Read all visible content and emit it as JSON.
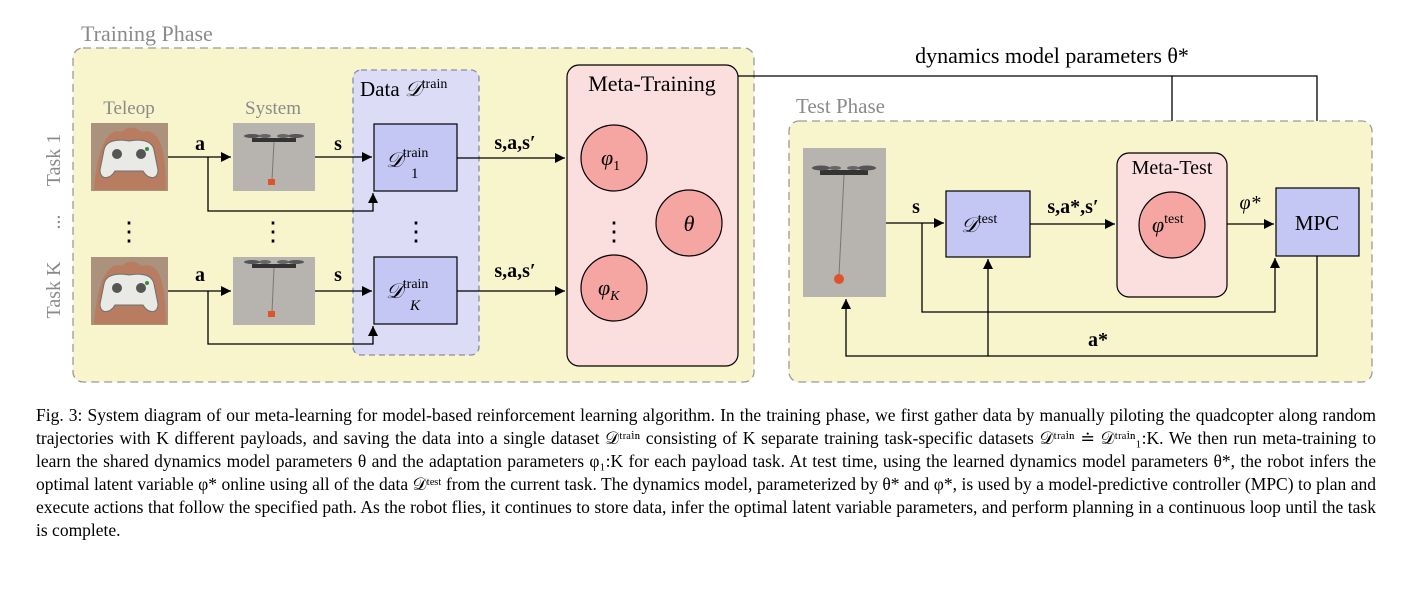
{
  "training_phase": {
    "title": "Training Phase",
    "teleop_label": "Teleop",
    "system_label": "System",
    "task_1_label": "Task 1",
    "task_k_label": "Task K",
    "task_dots": "...",
    "action_label": "a",
    "state_label": "s",
    "transition_label": "s,a,s′",
    "vertical_dots": "⋮"
  },
  "data_panel": {
    "title_text": "Data ",
    "title_symbol": "𝒟",
    "title_superscript": "train",
    "box_1_symbol": "𝒟",
    "box_1_superscript": "train",
    "box_1_subscript": "1",
    "box_k_symbol": "𝒟",
    "box_k_superscript": "train",
    "box_k_subscript": "K"
  },
  "meta_training": {
    "title": "Meta-Training",
    "phi_1_symbol": "φ",
    "phi_1_subscript": "1",
    "phi_k_symbol": "φ",
    "phi_k_subscript": "K",
    "theta_symbol": "θ"
  },
  "dynamics_params_label": "dynamics model parameters θ*",
  "test_phase": {
    "title": "Test Phase",
    "state_label": "s",
    "data_symbol": "𝒟",
    "data_superscript": "test",
    "transition_label": "s,a*,s′",
    "meta_test_title": "Meta-Test",
    "phi_test_symbol": "φ",
    "phi_test_superscript": "test",
    "phi_star_label": "φ*",
    "mpc_label": "MPC",
    "action_star_label": "a*"
  },
  "caption": {
    "text": "Fig. 3: System diagram of our meta-learning for model-based reinforcement learning algorithm. In the training phase, we first gather data by manually piloting the quadcopter along random trajectories with K different payloads, and saving the data into a single dataset 𝒟ᵗʳᵃⁱⁿ consisting of K separate training task-specific datasets 𝒟ᵗʳᵃⁱⁿ ≐ 𝒟ᵗʳᵃⁱⁿ₁:K. We then run meta-training to learn the shared dynamics model parameters θ and the adaptation parameters φ₁:K for each payload task. At test time, using the learned dynamics model parameters θ*, the robot infers the optimal latent variable φ* online using all of the data 𝒟ᵗᵉˢᵗ from the current task. The dynamics model, parameterized by θ* and φ*, is used by a model-predictive controller (MPC) to plan and execute actions that follow the specified path. As the robot flies, it continues to store data, infer the optimal latent variable parameters, and perform planning in a continuous loop until the task is complete."
  },
  "colors": {
    "phase_bg": "#f8f4cc",
    "phase_border": "#9a9a9a",
    "phase_title": "#8a8a8a",
    "data_bg": "#dcdcf6",
    "data_box": "#c4c6f4",
    "meta_bg": "#fbdede",
    "circle": "#f6a6a2",
    "photo_bg": "#b7b4b0"
  }
}
